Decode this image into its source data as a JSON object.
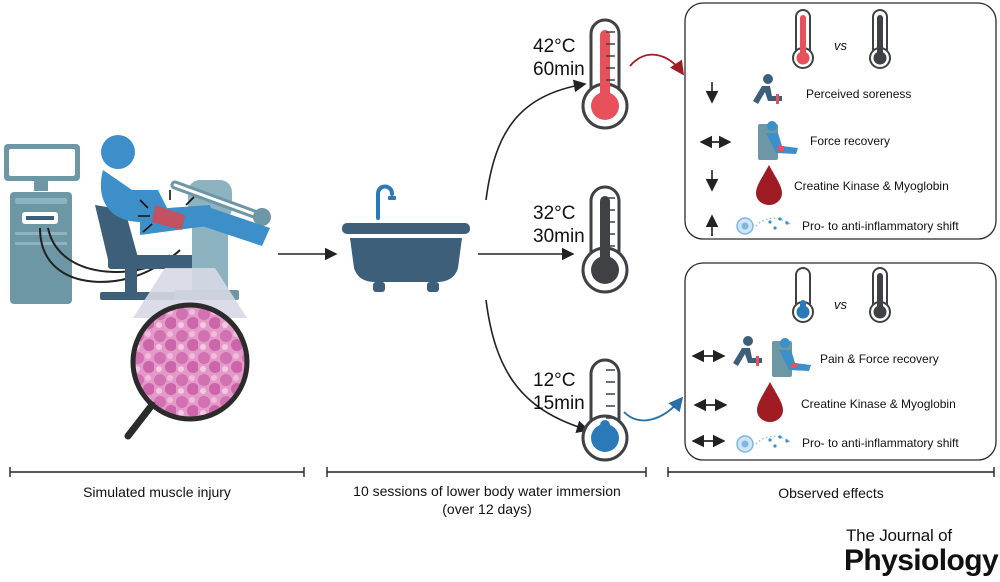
{
  "temperatures": [
    {
      "temp": "42°C",
      "duration": "60min"
    },
    {
      "temp": "32°C",
      "duration": "30min"
    },
    {
      "temp": "12°C",
      "duration": "15min"
    }
  ],
  "sections": {
    "injury": "Simulated muscle injury",
    "immersion_line1": "10 sessions of lower body water immersion",
    "immersion_line2": "(over 12 days)",
    "effects": "Observed effects"
  },
  "hot_panel": {
    "vs": "vs",
    "effects": [
      {
        "arrow": "↓",
        "text": "Perceived soreness"
      },
      {
        "arrow": "↔",
        "text": "Force recovery"
      },
      {
        "arrow": "↓",
        "text": "Creatine Kinase & Myoglobin"
      },
      {
        "arrow": "↑",
        "text": "Pro- to anti-inflammatory shift"
      }
    ]
  },
  "cold_panel": {
    "vs": "vs",
    "effects": [
      {
        "arrow": "↔",
        "text": "Pain & Force recovery"
      },
      {
        "arrow": "↔",
        "text": "Creatine Kinase & Myoglobin"
      },
      {
        "arrow": "↔",
        "text": "Pro- to anti-inflammatory shift"
      }
    ]
  },
  "journal": {
    "line1": "The Journal of",
    "line2": "Physiology"
  },
  "colors": {
    "hot": "#e8505b",
    "cold": "#2a79b8",
    "neutral": "#3f4145",
    "bath": "#3d5f7a",
    "blood": "#a01c24",
    "person": "#3c8fc8",
    "machine": "#6e97a6"
  }
}
